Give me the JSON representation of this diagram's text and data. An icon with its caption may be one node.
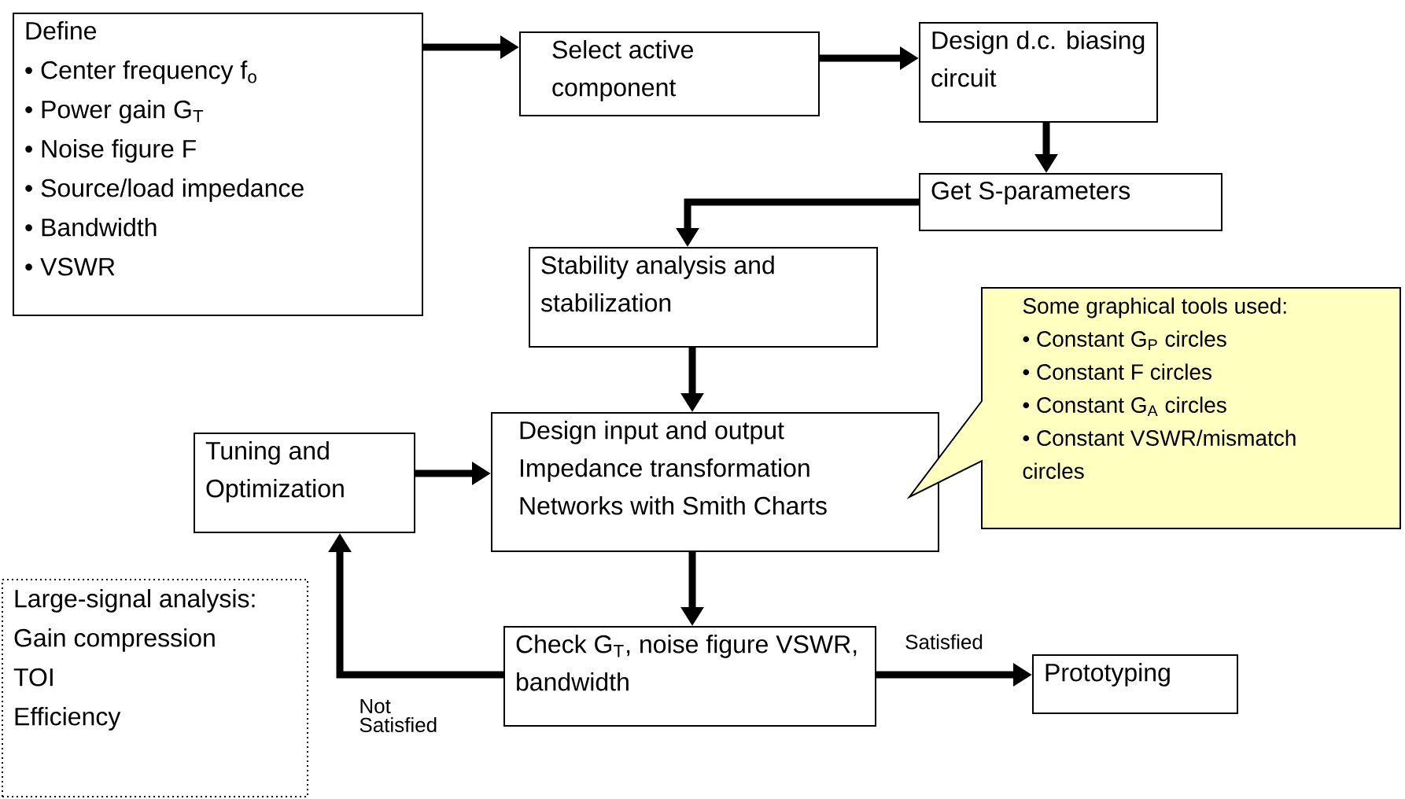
{
  "diagram": {
    "nodes": [
      {
        "text": [
          "Define",
          "• Center frequency f$_{o}$",
          "• Power gain G$_{T}$",
          "• Noise figure F",
          "• Source/load impedance",
          "• Bandwidth",
          "• VSWR"
        ]
      },
      {
        "text": [
          "Select active component"
        ]
      },
      {
        "text": [
          "Design d.c. biasing circuit"
        ]
      },
      {
        "text": [
          "Get S-parameters"
        ]
      },
      {
        "text": [
          "Stability analysis and stabilization"
        ]
      },
      {
        "text": [
          "Design input and output Impedance transformation Networks with Smith Charts"
        ]
      },
      {
        "text": [
          "Some graphical tools used:",
          "• Constant G$_{P}$ circles",
          "• Constant F circles",
          "• Constant G$_{A}$ circles",
          "• Constant VSWR/mismatch circles"
        ]
      },
      {
        "text": [
          "Tuning and Optimization"
        ]
      },
      {
        "text": [
          "Check G$_{T}$, noise figure VSWR, bandwidth"
        ]
      },
      {
        "text": [
          "Prototyping"
        ]
      },
      {
        "text": [
          "Large-signal analysis:",
          "Gain compression",
          "TOI",
          "Efficiency"
        ]
      }
    ],
    "edges": [
      {
        "from": 0,
        "to": 1,
        "arrow": "to"
      },
      {
        "from": 1,
        "to": 2,
        "arrow": "to"
      },
      {
        "from": 2,
        "to": 3,
        "arrow": "to"
      },
      {
        "from": 3,
        "to": 4,
        "arrow": "to"
      },
      {
        "from": 4,
        "to": 5,
        "arrow": "to"
      },
      {
        "from": 7,
        "to": 5,
        "arrow": "to"
      },
      {
        "from": 5,
        "to": 8,
        "arrow": "to"
      },
      {
        "from": 8,
        "to": 9,
        "arrow": "to",
        "label": "Satisfied"
      },
      {
        "from": 8,
        "to": 7,
        "arrow": "to",
        "label": "Not Satisfied"
      }
    ]
  }
}
